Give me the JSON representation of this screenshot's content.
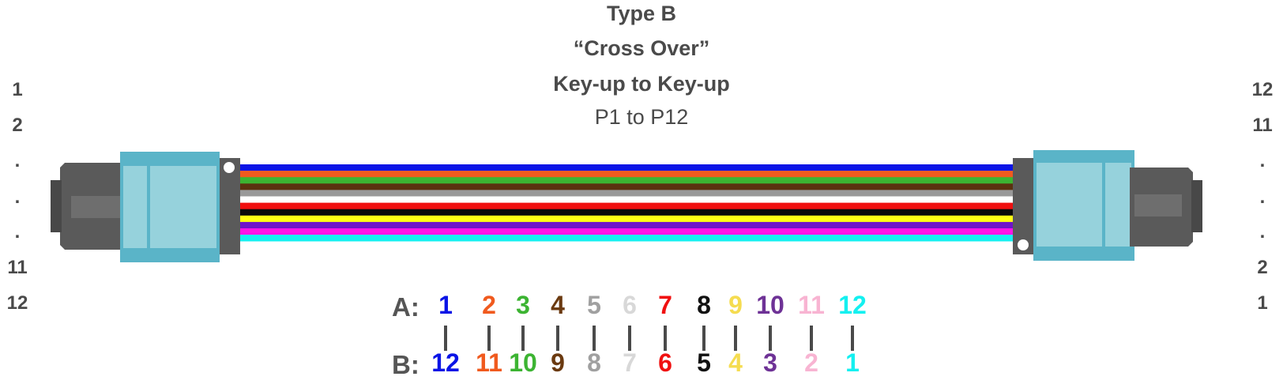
{
  "title": {
    "line1": "Type B",
    "line2": "“Cross Over”",
    "line3": "Key-up to Key-up",
    "line4": "P1 to P12"
  },
  "left_labels": [
    "1",
    "2",
    ".",
    ".",
    ".",
    "11",
    "12"
  ],
  "right_labels": [
    "12",
    "11",
    ".",
    ".",
    ".",
    "2",
    "1"
  ],
  "fibers": [
    {
      "name": "blue",
      "color": "#0a14e6"
    },
    {
      "name": "orange",
      "color": "#f05a1e"
    },
    {
      "name": "green",
      "color": "#3cb432"
    },
    {
      "name": "brown",
      "color": "#5a320f"
    },
    {
      "name": "slate",
      "color": "#999999"
    },
    {
      "name": "white",
      "color": "#ffffff"
    },
    {
      "name": "red",
      "color": "#f01010"
    },
    {
      "name": "black",
      "color": "#0a0a0a"
    },
    {
      "name": "yellow",
      "color": "#ffff14"
    },
    {
      "name": "violet",
      "color": "#6e14c8"
    },
    {
      "name": "rose",
      "color": "#ff14e6"
    },
    {
      "name": "aqua",
      "color": "#14f0f0"
    }
  ],
  "connector_colors": {
    "body": "#5a5a5a",
    "boot_dark": "#484848",
    "ferrule": "#5ab4c8",
    "ferrule_light": "#96d2dc"
  },
  "mapping": {
    "row_a_label": "A:",
    "row_b_label": "B:",
    "a": [
      {
        "text": "1",
        "color": "#0a14e6"
      },
      {
        "text": "2",
        "color": "#f05a1e"
      },
      {
        "text": "3",
        "color": "#3cb432"
      },
      {
        "text": "4",
        "color": "#6b3a10"
      },
      {
        "text": "5",
        "color": "#a0a0a0"
      },
      {
        "text": "6",
        "color": "#d8d8d8"
      },
      {
        "text": "7",
        "color": "#f01010"
      },
      {
        "text": "8",
        "color": "#111111"
      },
      {
        "text": "9",
        "color": "#f5dc50"
      },
      {
        "text": "10",
        "color": "#6e3296"
      },
      {
        "text": "11",
        "color": "#f8b4d2"
      },
      {
        "text": "12",
        "color": "#14f0f0"
      }
    ],
    "b": [
      {
        "text": "12",
        "color": "#0a14e6"
      },
      {
        "text": "11",
        "color": "#f05a1e"
      },
      {
        "text": "10",
        "color": "#3cb432"
      },
      {
        "text": "9",
        "color": "#6b3a10"
      },
      {
        "text": "8",
        "color": "#a0a0a0"
      },
      {
        "text": "7",
        "color": "#d8d8d8"
      },
      {
        "text": "6",
        "color": "#f01010"
      },
      {
        "text": "5",
        "color": "#111111"
      },
      {
        "text": "4",
        "color": "#f5dc50"
      },
      {
        "text": "3",
        "color": "#6e3296"
      },
      {
        "text": "2",
        "color": "#f8b4d2"
      },
      {
        "text": "1",
        "color": "#14f0f0"
      }
    ]
  }
}
